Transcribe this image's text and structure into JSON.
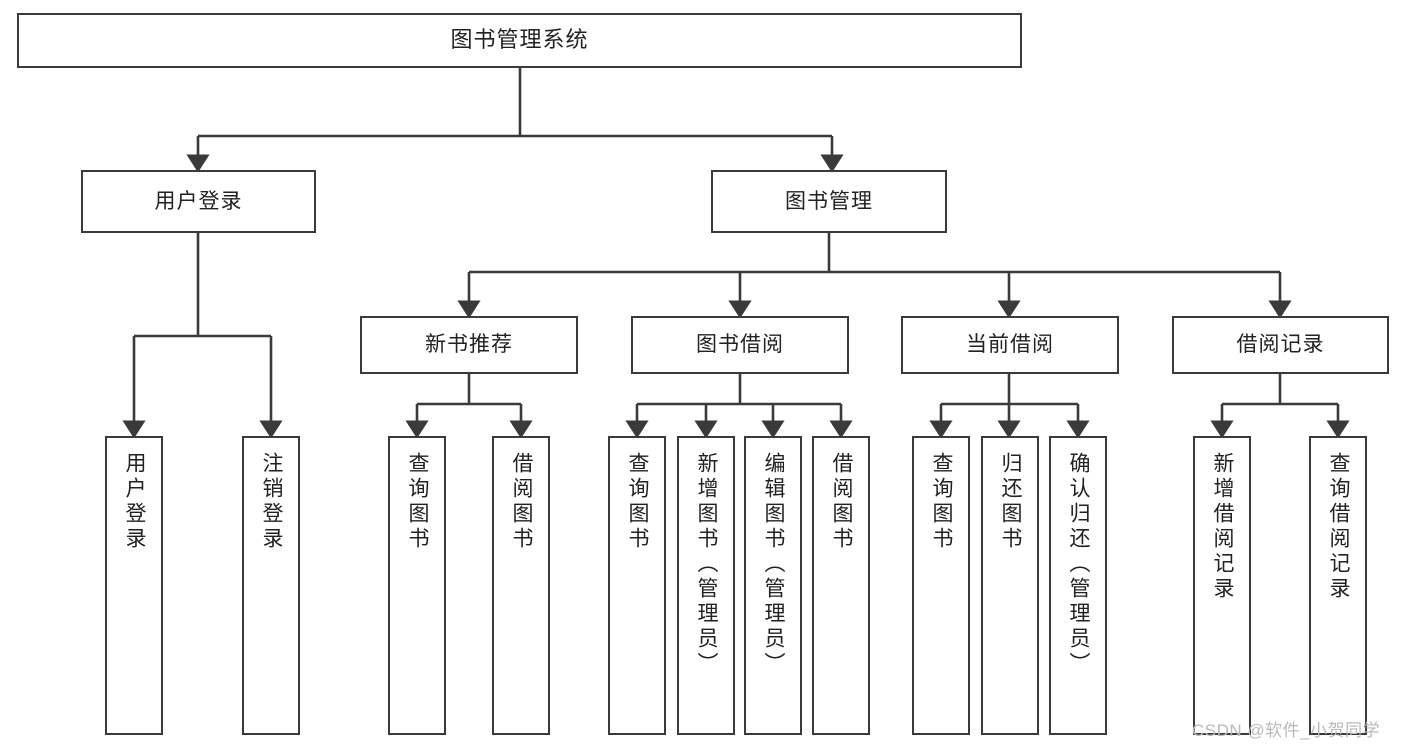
{
  "diagram": {
    "title": "图书管理系统",
    "type": "functional-structure-tree",
    "root": {
      "label": "图书管理系统"
    },
    "level2": [
      {
        "label": "用户登录"
      },
      {
        "label": "图书管理"
      }
    ],
    "level3": [
      {
        "label": "新书推荐"
      },
      {
        "label": "图书借阅"
      },
      {
        "label": "当前借阅"
      },
      {
        "label": "借阅记录"
      }
    ],
    "leaves": {
      "user_login": [
        {
          "label": "用户登录"
        },
        {
          "label": "注销登录"
        }
      ],
      "new_book_recommend": [
        {
          "label": "查询图书"
        },
        {
          "label": "借阅图书"
        }
      ],
      "book_borrow": [
        {
          "label": "查询图书"
        },
        {
          "label": "新增图书（管理员）"
        },
        {
          "label": "编辑图书（管理员）"
        },
        {
          "label": "借阅图书"
        }
      ],
      "current_borrow": [
        {
          "label": "查询图书"
        },
        {
          "label": "归还图书"
        },
        {
          "label": "确认归还（管理员）"
        }
      ],
      "borrow_record": [
        {
          "label": "新增借阅记录"
        },
        {
          "label": "查询借阅记录"
        }
      ]
    }
  },
  "watermark": {
    "text": "CSDN @软件_小贺同学"
  },
  "colors": {
    "border": "#3a3a3a",
    "text": "#222222",
    "background": "#ffffff",
    "watermark": "#b9b9b9"
  }
}
